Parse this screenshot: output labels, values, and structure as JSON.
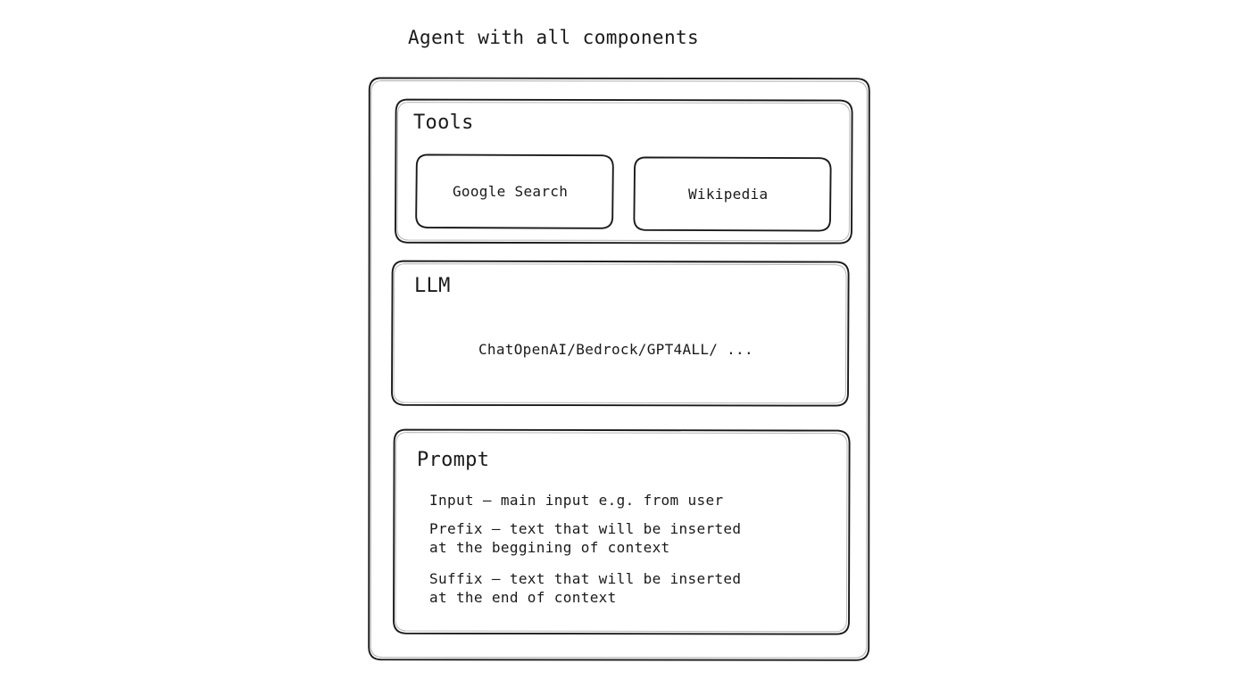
{
  "title": "Agent with all components",
  "theme": {
    "background": "#ffffff",
    "stroke": "#1a1a1a",
    "stroke_secondary": "#9a9a9a",
    "text": "#1a1a1a"
  },
  "agent": {
    "sections": [
      {
        "id": "tools",
        "heading": "Tools",
        "tools": [
          {
            "id": "google-search",
            "label": "Google Search"
          },
          {
            "id": "wikipedia",
            "label": "Wikipedia"
          }
        ]
      },
      {
        "id": "llm",
        "heading": "LLM",
        "providers": "ChatOpenAI/Bedrock/GPT4ALL/ ..."
      },
      {
        "id": "prompt",
        "heading": "Prompt",
        "lines": [
          "Input – main input e.g. from user",
          "Prefix – text that will be inserted",
          "at the beggining of context",
          "Suffix – text that will be inserted",
          "at the end of context"
        ]
      }
    ]
  }
}
